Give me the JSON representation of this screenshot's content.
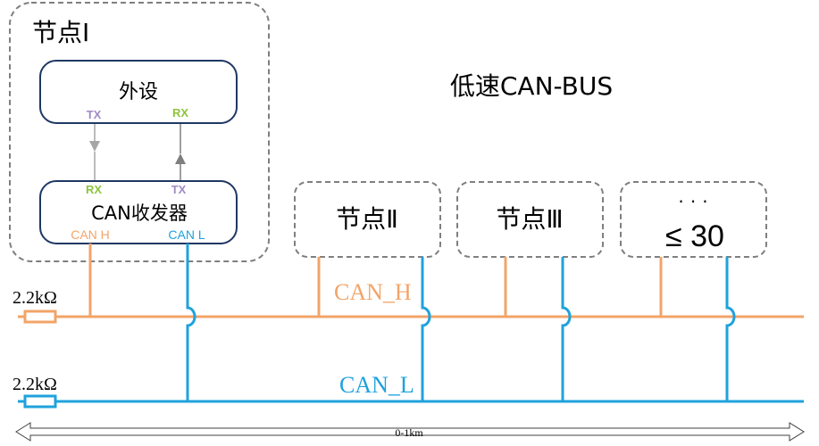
{
  "title": "低速CAN-BUS",
  "node1": {
    "label": "节点Ⅰ",
    "peripheral": {
      "label": "外设",
      "tx": "TX",
      "rx": "RX"
    },
    "transceiver": {
      "label": "CAN收发器",
      "rx": "RX",
      "tx": "TX",
      "can_h": "CAN H",
      "can_l": "CAN L"
    }
  },
  "nodes": [
    {
      "label": "节点Ⅱ"
    },
    {
      "label": "节点Ⅲ"
    },
    {
      "label_top": "· · ·",
      "label_bottom": "≤ 30"
    }
  ],
  "bus": {
    "can_h_label": "CAN_H",
    "can_l_label": "CAN_L",
    "resistor_top": "2.2kΩ",
    "resistor_bottom": "2.2kΩ",
    "length": "0-1km"
  },
  "colors": {
    "can_h": "#f2a468",
    "can_l": "#1fa2dc",
    "tx": "#a08bc4",
    "rx": "#8cc43c",
    "box_border": "#1f3864",
    "dashed_border": "#7f7f7f",
    "arrow_down": "#a6a6a6",
    "arrow_up": "#7f7f7f"
  }
}
